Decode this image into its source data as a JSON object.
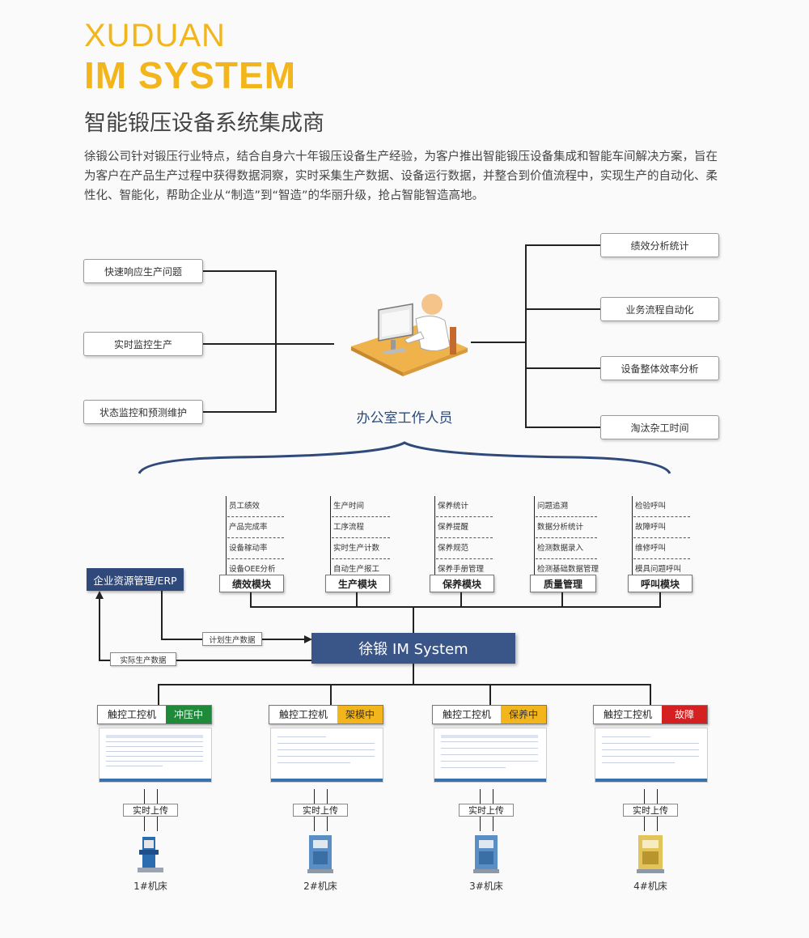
{
  "header": {
    "brand_line1": "XUDUAN",
    "brand_line2": "IM SYSTEM",
    "subtitle": "智能锻压设备系统集成商",
    "intro": "徐锻公司针对锻压行业特点，结合自身六十年锻压设备生产经验，为客户推出智能锻压设备集成和智能车间解决方案，旨在为客户在产品生产过程中获得数据洞察，实时采集生产数据、设备运行数据，并整合到价值流程中，实现生产的自动化、柔性化、智能化，帮助企业从“制造”到“智造”的华丽升级，抢占智能智造高地。"
  },
  "office": {
    "label": "办公室工作人员",
    "left_items": [
      "快速响应生产问题",
      "实时监控生产",
      "状态监控和预测维护"
    ],
    "right_items": [
      "绩效分析统计",
      "业务流程自动化",
      "设备整体效率分析",
      "淘汰杂工时间"
    ]
  },
  "modules": [
    {
      "name": "绩效模块",
      "items": [
        "员工绩效",
        "产品完成率",
        "设备稼动率",
        "设备OEE分析"
      ]
    },
    {
      "name": "生产模块",
      "items": [
        "生产时间",
        "工序流程",
        "实时生产计数",
        "自动生产报工"
      ]
    },
    {
      "name": "保养模块",
      "items": [
        "保养统计",
        "保养提醒",
        "保养规范",
        "保养手册管理"
      ]
    },
    {
      "name": "质量管理",
      "items": [
        "问题追溯",
        "数据分析统计",
        "检测数据录入",
        "检测基础数据管理"
      ]
    },
    {
      "name": "呼叫模块",
      "items": [
        "检验呼叫",
        "故障呼叫",
        "维修呼叫",
        "模具问题呼叫"
      ]
    }
  ],
  "system": {
    "erp": "企业资源管理/ERP",
    "core": "徐锻 IM System",
    "plan_data": "计划生产数据",
    "actual_data": "实际生产数据"
  },
  "terminals": [
    {
      "title": "触控工控机",
      "status": "冲压中",
      "status_color": "#1e8a3a",
      "status_text_color": "#ffffff",
      "upload": "实时上传",
      "machine": "1#机床"
    },
    {
      "title": "触控工控机",
      "status": "架模中",
      "status_color": "#f2b51c",
      "status_text_color": "#333333",
      "upload": "实时上传",
      "machine": "2#机床"
    },
    {
      "title": "触控工控机",
      "status": "保养中",
      "status_color": "#f2b51c",
      "status_text_color": "#333333",
      "upload": "实时上传",
      "machine": "3#机床"
    },
    {
      "title": "触控工控机",
      "status": "故障",
      "status_color": "#d42020",
      "status_text_color": "#ffffff",
      "upload": "实时上传",
      "machine": "4#机床"
    }
  ],
  "colors": {
    "brand_yellow": "#f2b51c",
    "system_blue": "#3a5587",
    "erp_blue": "#2f4a7a"
  }
}
